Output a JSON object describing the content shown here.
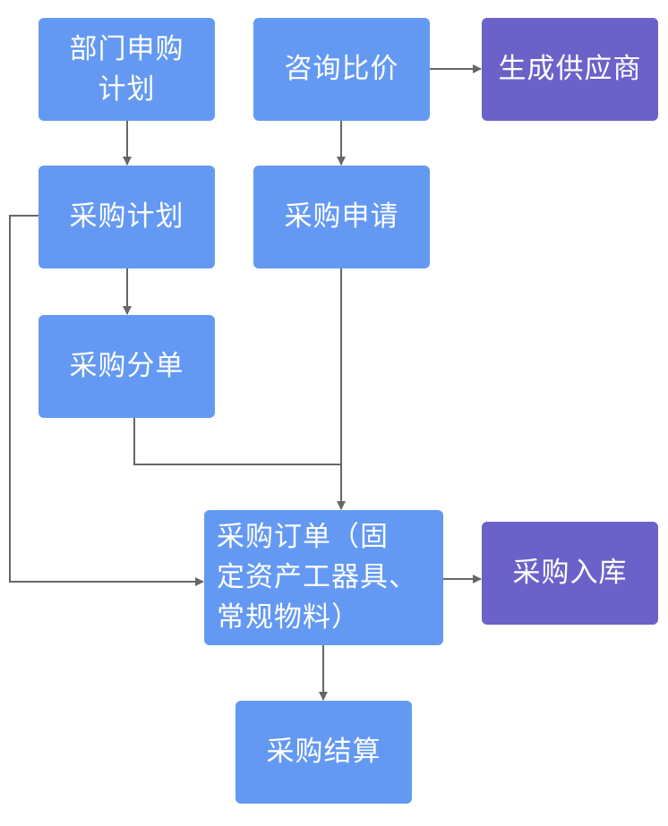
{
  "diagram": {
    "colors": {
      "blue_node": "#6499f3",
      "purple_node": "#6b62c9",
      "connector": "#666666"
    },
    "nodes": {
      "dept_plan": {
        "line1": "部门申购",
        "line2": "计划"
      },
      "purchase_plan": {
        "label": "采购计划"
      },
      "purchase_split": {
        "label": "采购分单"
      },
      "inquiry_compare": {
        "label": "咨询比价"
      },
      "purchase_apply": {
        "label": "采购申请"
      },
      "generate_supplier": {
        "label": "生成供应商"
      },
      "purchase_order": {
        "line1": "采购订单（固",
        "line2": "定资产工器具、",
        "line3": "常规物料）"
      },
      "purchase_stock_in": {
        "label": "采购入库"
      },
      "purchase_settlement": {
        "label": "采购结算"
      }
    }
  }
}
